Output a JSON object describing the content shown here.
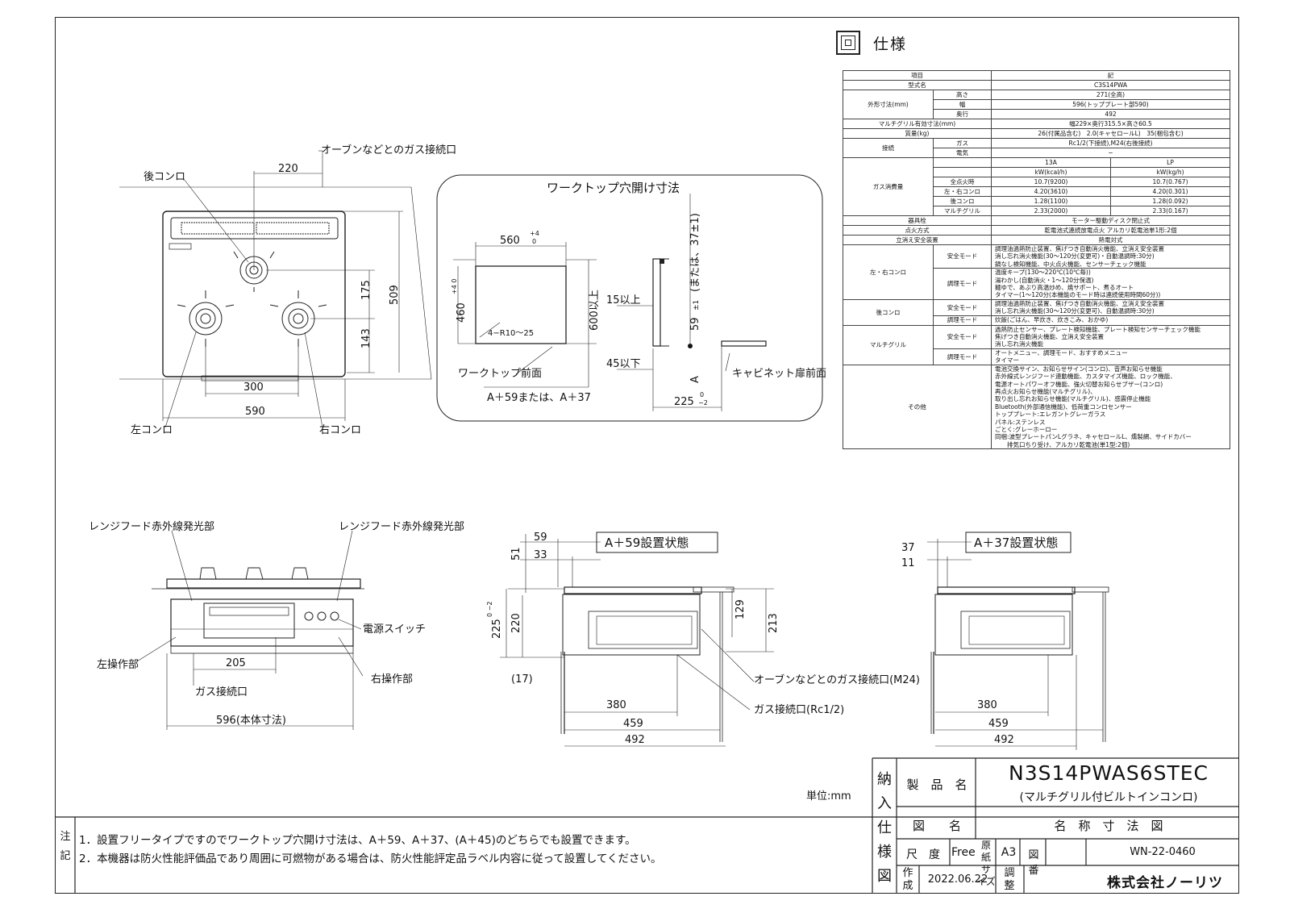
{
  "spec": {
    "title": "仕様",
    "rows": [
      {
        "cells": [
          {
            "t": "項目",
            "c": 2
          },
          {
            "t": "記",
            "c": 2
          }
        ]
      },
      {
        "cells": [
          {
            "t": "型式名",
            "c": 2
          },
          {
            "t": "C3S14PWA",
            "c": 2
          }
        ]
      },
      {
        "cells": [
          {
            "t": "外形寸法(mm)",
            "r": 3
          },
          {
            "t": "高さ"
          },
          {
            "t": "271(全高)",
            "c": 2
          }
        ]
      },
      {
        "cells": [
          {
            "t": "幅"
          },
          {
            "t": "596(トッププレート部590)",
            "c": 2
          }
        ]
      },
      {
        "cells": [
          {
            "t": "奥行"
          },
          {
            "t": "492",
            "c": 2
          }
        ]
      },
      {
        "cells": [
          {
            "t": "マルチグリル有効寸法(mm)",
            "c": 2
          },
          {
            "t": "幅229×奥行315.5×高さ60.5",
            "c": 2
          }
        ]
      },
      {
        "cells": [
          {
            "t": "質量(kg)",
            "c": 2
          },
          {
            "t": "26(付属品含む)　2.0(キャセロールL)　35(梱包含む)",
            "c": 2
          }
        ]
      },
      {
        "cells": [
          {
            "t": "接続",
            "r": 2
          },
          {
            "t": "ガス"
          },
          {
            "t": "Rc1/2(下接続),M24(右後接続)",
            "c": 2
          }
        ]
      },
      {
        "cells": [
          {
            "t": "電気"
          },
          {
            "t": "−",
            "c": 2
          }
        ]
      },
      {
        "cells": [
          {
            "t": "ガス消費量",
            "r": 6
          },
          {
            "t": ""
          },
          {
            "t": "13A"
          },
          {
            "t": "LP"
          }
        ]
      },
      {
        "cells": [
          {
            "t": ""
          },
          {
            "t": "kW(kcal/h)"
          },
          {
            "t": "kW(kg/h)"
          }
        ]
      },
      {
        "cells": [
          {
            "t": "全点火時"
          },
          {
            "t": "10.7(9200)"
          },
          {
            "t": "10.7(0.767)"
          }
        ]
      },
      {
        "cells": [
          {
            "t": "左・右コンロ"
          },
          {
            "t": "4.20(3610)"
          },
          {
            "t": "4.20(0.301)"
          }
        ]
      },
      {
        "cells": [
          {
            "t": "後コンロ"
          },
          {
            "t": "1.28(1100)"
          },
          {
            "t": "1.28(0.092)"
          }
        ]
      },
      {
        "cells": [
          {
            "t": "マルチグリル"
          },
          {
            "t": "2.33(2000)"
          },
          {
            "t": "2.33(0.167)"
          }
        ]
      },
      {
        "cells": [
          {
            "t": "器具栓",
            "c": 2
          },
          {
            "t": "モーター駆動ディスク閉止式",
            "c": 2
          }
        ]
      },
      {
        "cells": [
          {
            "t": "点火方式",
            "c": 2
          },
          {
            "t": "乾電池式連続放電点火 アルカリ乾電池単1形:2個",
            "c": 2
          }
        ]
      },
      {
        "cells": [
          {
            "t": "立消え安全装置",
            "c": 2
          },
          {
            "t": "熱電対式",
            "c": 2
          }
        ]
      },
      {
        "cells": [
          {
            "t": "左・右コンロ",
            "r": 2
          },
          {
            "t": "安全モード"
          },
          {
            "t": "調理油過熱防止装置、焦げつき自動消火機能、立消え安全装置\n消し忘れ消火機能(30〜120分(変更可)・自動温調時:30分)\n鍋なし検知機能、中火点火機能、センサーチェック機能",
            "c": 2,
            "l": 1
          }
        ]
      },
      {
        "cells": [
          {
            "t": "調理モード"
          },
          {
            "t": "温度キープ(130〜220℃(10℃毎))\n湯わかし(自動消火・1〜120分保温)\n麺ゆで、あぶり高温炒め、焼サポート、煮るオート\nタイマー(1〜120分(本機能のモード時は連続使用時間60分))",
            "c": 2,
            "l": 1
          }
        ]
      },
      {
        "cells": [
          {
            "t": "後コンロ",
            "r": 2
          },
          {
            "t": "安全モード"
          },
          {
            "t": "調理油過熱防止装置、焦げつき自動消火機能、立消え安全装置\n消し忘れ消火機能(30〜120分(変更可)、自動温調時:30分)",
            "c": 2,
            "l": 1
          }
        ]
      },
      {
        "cells": [
          {
            "t": "調理モード"
          },
          {
            "t": "炊飯(ごはん、早炊き、炊きこみ、おかゆ)",
            "c": 2,
            "l": 1
          }
        ]
      },
      {
        "cells": [
          {
            "t": "マルチグリル",
            "r": 2
          },
          {
            "t": "安全モード"
          },
          {
            "t": "過熱防止センサー、プレート検知機能、プレート検知センサーチェック機能\n焦げつき自動消火機能、立消え安全装置\n消し忘れ消火機能",
            "c": 2,
            "l": 1
          }
        ]
      },
      {
        "cells": [
          {
            "t": "調理モード"
          },
          {
            "t": "オートメニュー、調理モード、おすすめメニュー\nタイマー",
            "c": 2,
            "l": 1
          }
        ]
      },
      {
        "cells": [
          {
            "t": "その他",
            "c": 2
          },
          {
            "t": "電池交換サイン、お知らせサイン(コンロ)、音声お知らせ機能\n赤外線式レンジフード連動機能、カスタマイズ機能、ロック機能、\n電源オートパワーオフ機能、強火切替お知らせブザー(コンロ)\n再点火お知らせ機能(マルチグリル)、\n取り出し忘れお知らせ機能(マルチグリル)、感震停止機能\nBluetooth(外部通信機能)、低荷重コンロセンサー\nトッププレート:エレガントグレーガラス\nパネル:ステンレス\nごとく:グレーホーロー\n同梱:波型プレートパンLグラネ、キャセロールL、燻製網、サイドカバー\n　　排気口ちり受け、アルカリ乾電池(単1型:2個)",
            "c": 2,
            "l": 1
          }
        ]
      }
    ]
  },
  "top_view": {
    "label_rear_burner": "後コンロ",
    "label_oven_gas": "オーブンなどとのガス接続口",
    "dim_220": "220",
    "dim_175": "175",
    "dim_143": "143",
    "dim_509": "509",
    "dim_300": "300",
    "dim_590": "590",
    "label_left_burner": "左コンロ",
    "label_right_burner": "右コンロ"
  },
  "cutout": {
    "title": "ワークトップ穴開け寸法",
    "dim_560": "560",
    "tol_560_top": "+4",
    "tol_560_bottom": "0",
    "dim_460": "460",
    "tol_460": "+4\n0",
    "corner": "4−R10〜25",
    "dim_600": "600以上",
    "dim_15": "15以上",
    "dim_45": "45以下",
    "dim_59": "59",
    "tol_59": "±1",
    "alt_37": "(または、37±1)",
    "label_a": "A",
    "dim_225": "225",
    "tol_225_top": "0",
    "tol_225_bottom": "−2",
    "label_front": "ワークトップ前面",
    "label_cabinet": "キャビネット扉前面",
    "label_a_value": "A＋59または、A＋37"
  },
  "front_view": {
    "label_ir_left": "レンジフード赤外線発光部",
    "label_ir_right": "レンジフード赤外線発光部",
    "label_power": "電源スイッチ",
    "label_left_op": "左操作部",
    "label_right_op": "右操作部",
    "dim_205": "205",
    "label_gas": "ガス接続口",
    "dim_596": "596(本体寸法)"
  },
  "side59": {
    "title": "A＋59設置状態",
    "dim_59": "59",
    "dim_33": "33",
    "dim_51": "51",
    "dim_225": "225",
    "tol_225": "0\n−2",
    "dim_220": "220",
    "dim_129": "129",
    "dim_213": "213",
    "dim_17": "(17)",
    "dim_380": "380",
    "dim_459": "459",
    "dim_492": "492",
    "label_oven_gas": "オーブンなどとのガス接続口(M24)",
    "label_gas": "ガス接続口(Rc1/2)"
  },
  "side37": {
    "title": "A＋37設置状態",
    "dim_37": "37",
    "dim_11": "11",
    "dim_380": "380",
    "dim_459": "459",
    "dim_492": "492"
  },
  "unit": "単位:mm",
  "notes": {
    "side": "注記",
    "line1": "1．設置フリータイプですのでワークトップ穴開け寸法は、A＋59、A＋37、(A＋45)のどちらでも設置できます。",
    "line2": "2．本機器は防火性能評価品であり周囲に可燃物がある場合は、防火性能評定品ラベル内容に従って設置してください。"
  },
  "titleblock": {
    "vertical": "納入仕様図",
    "product_label": "製　品　名",
    "product_code": "N3S14PWAS6STEC",
    "product_name": "(マルチグリル付ビルトインコンロ)",
    "drawing_label": "図　　名",
    "drawing_name": "名　称　寸　法　図",
    "scale_label": "尺　度",
    "scale_value": "Free",
    "paper_label": "原　紙\nサイズ",
    "paper_value": "A3",
    "number_label": "図　番",
    "number_value": "WN-22-0460",
    "made_label": "作\n成",
    "made_date": "2022.06.22",
    "check_label": "調\n整",
    "company": "株式会社ノーリツ"
  }
}
